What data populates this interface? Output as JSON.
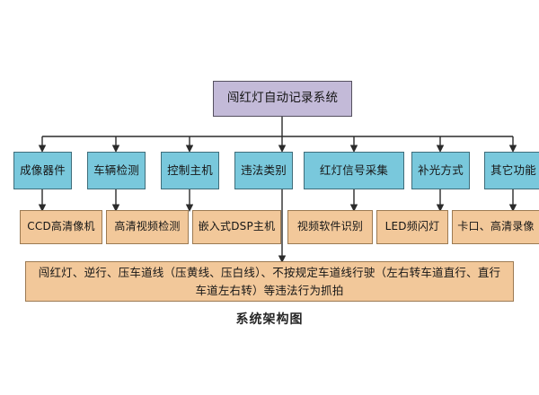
{
  "diagram": {
    "caption": "系统架构图",
    "colors": {
      "root_fill": "#c3bad8",
      "level1_fill": "#79c8dc",
      "level2_fill": "#f2c89a",
      "summary_fill": "#f2c89a",
      "line": "#2b2b2b",
      "background": "#ffffff"
    },
    "root": {
      "label": "闯红灯自动记录系统"
    },
    "level1": [
      {
        "label": "成像器件"
      },
      {
        "label": "车辆检测"
      },
      {
        "label": "控制主机"
      },
      {
        "label": "违法类别"
      },
      {
        "label": "红灯信号采集"
      },
      {
        "label": "补光方式"
      },
      {
        "label": "其它功能"
      }
    ],
    "level2": [
      {
        "label": "CCD高清像机"
      },
      {
        "label": "高清视频检测"
      },
      {
        "label": "嵌入式DSP主机"
      },
      {
        "label": "视频软件识别"
      },
      {
        "label": "LED频闪灯"
      },
      {
        "label": "卡口、高清录像"
      }
    ],
    "summary": {
      "label": "闯红灯、逆行、压车道线（压黄线、压白线）、不按规定车道线行驶（左右转车道直行、直行车道左右转）等违法行为抓拍"
    }
  }
}
